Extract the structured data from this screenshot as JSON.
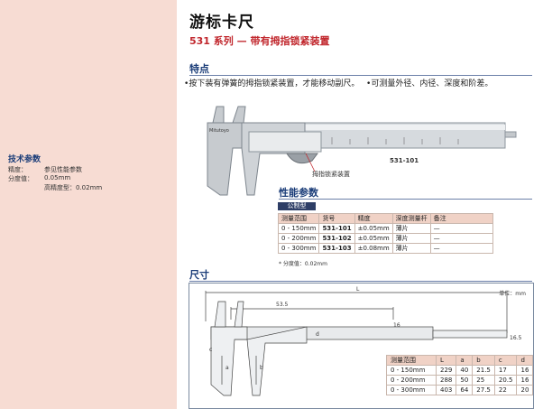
{
  "title": "游标卡尺",
  "subtitle": "531 系列 — 带有拇指锁紧装置",
  "features": {
    "heading": "特点",
    "items": [
      "按下装有弹簧的拇指锁紧装置，才能移动副尺。",
      "可测量外径、内径、深度和阶差。"
    ]
  },
  "sidebar": {
    "heading": "技术参数",
    "rows": [
      {
        "label": "精度：",
        "value": "参见性能参数"
      },
      {
        "label": "分度值：",
        "value": "0.05mm"
      },
      {
        "label": "",
        "value": "高精度型：0.02mm"
      }
    ]
  },
  "product_image": {
    "callout": "拇指锁紧装置",
    "model_label": "531-101",
    "brand": "Mitutoyo"
  },
  "performance": {
    "heading": "性能参数",
    "unit_tag": "公制型",
    "headers": [
      "测量范围",
      "货号",
      "精度",
      "深度测量杆",
      "备注"
    ],
    "rows": [
      [
        "0 - 150mm",
        "531-101",
        "±0.05mm",
        "薄片",
        "—"
      ],
      [
        "0 - 200mm",
        "531-102",
        "±0.05mm",
        "薄片",
        "—"
      ],
      [
        "0 - 300mm",
        "531-103",
        "±0.08mm",
        "薄片",
        "—"
      ]
    ],
    "footnote": "* 分度值：0.02mm"
  },
  "dimensions": {
    "heading": "尺寸",
    "unit": "单位：mm",
    "drawing_labels": {
      "L": "L",
      "d1": "53.5",
      "a": "a",
      "b": "b",
      "c": "c",
      "d": "d",
      "w": "16",
      "h": "16.5"
    },
    "headers": [
      "测量范围",
      "L",
      "a",
      "b",
      "c",
      "d"
    ],
    "rows": [
      [
        "0 - 150mm",
        "229",
        "40",
        "21.5",
        "17",
        "16"
      ],
      [
        "0 - 200mm",
        "288",
        "50",
        "25",
        "20.5",
        "16"
      ],
      [
        "0 - 300mm",
        "403",
        "64",
        "27.5",
        "22",
        "20"
      ]
    ]
  },
  "colors": {
    "accent_red": "#c1272d",
    "accent_blue": "#1a3c78",
    "sidebar_bg": "#f7dcd3",
    "table_header": "#f0d2c6"
  }
}
